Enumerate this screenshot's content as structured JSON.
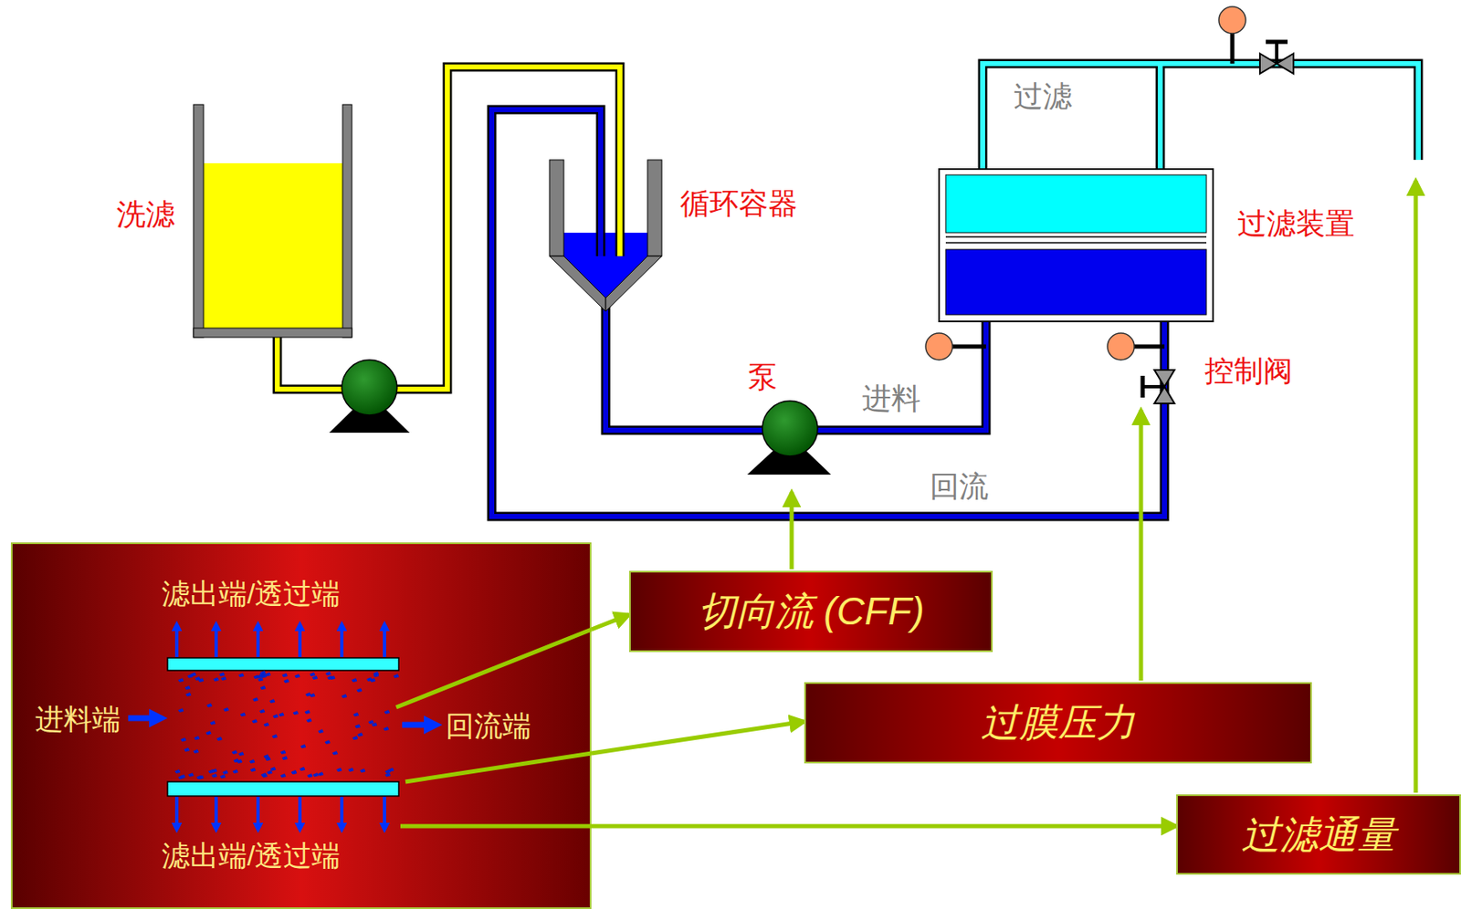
{
  "diagram": {
    "nodes": [
      {
        "text": [
          "滤出端/透过端",
          "进料端",
          "回流端",
          "滤出端/透过端"
        ]
      },
      {
        "text": [
          "切向流 (CFF)"
        ]
      },
      {
        "text": [
          "过膜压力"
        ]
      },
      {
        "text": [
          "过滤通量"
        ]
      }
    ],
    "edges": [
      {
        "from": 0,
        "to": 1,
        "arrow": "to"
      },
      {
        "from": 0,
        "to": 2,
        "arrow": "to"
      },
      {
        "from": 0,
        "to": 3,
        "arrow": "to"
      }
    ],
    "labels": [
      "洗滤",
      "循环容器",
      "泵",
      "进料",
      "回流",
      "过滤",
      "过滤装置",
      "控制阀"
    ]
  }
}
